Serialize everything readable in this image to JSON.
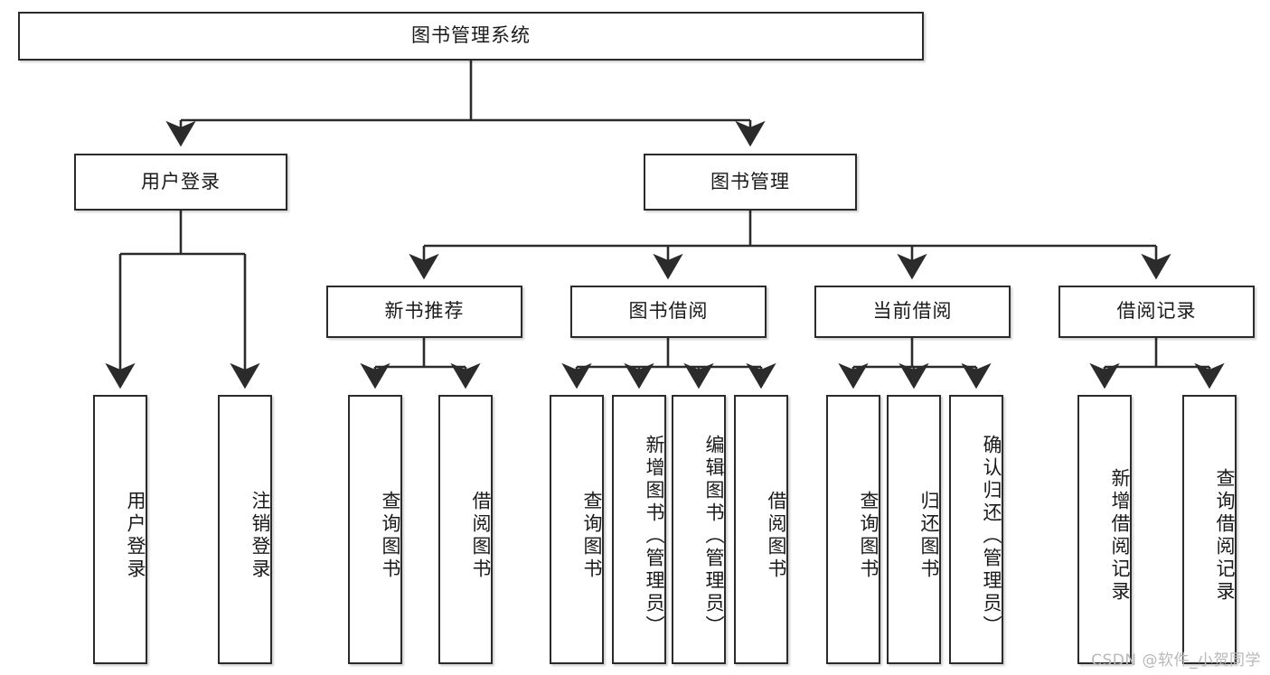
{
  "diagram": {
    "title": "图书管理系统",
    "type": "tree-hierarchy-diagram",
    "watermark": "CSDN @软件_小贺同学",
    "colors": {
      "box_border": "#2b2b2b",
      "box_fill": "#ffffff",
      "edge": "#2b2b2b",
      "text": "#1a1a1a",
      "watermark": "#b8b8b8",
      "background": "#ffffff"
    },
    "nodes": {
      "root": {
        "label": "图书管理系统",
        "level": 1,
        "orientation": "horizontal"
      },
      "level2": [
        {
          "id": "user-login",
          "label": "用户登录",
          "orientation": "horizontal"
        },
        {
          "id": "book-manage",
          "label": "图书管理",
          "orientation": "horizontal"
        }
      ],
      "level3": [
        {
          "id": "new-book-recommend",
          "label": "新书推荐",
          "orientation": "horizontal",
          "parent": "book-manage"
        },
        {
          "id": "book-borrow",
          "label": "图书借阅",
          "orientation": "horizontal",
          "parent": "book-manage"
        },
        {
          "id": "current-borrow",
          "label": "当前借阅",
          "orientation": "horizontal",
          "parent": "book-manage"
        },
        {
          "id": "borrow-record",
          "label": "借阅记录",
          "orientation": "horizontal",
          "parent": "book-manage"
        }
      ],
      "leaves": [
        {
          "id": "leaf-user-login",
          "label": "用户登录",
          "orientation": "vertical",
          "parent": "user-login"
        },
        {
          "id": "leaf-user-logout",
          "label": "注销登录",
          "orientation": "vertical",
          "parent": "user-login"
        },
        {
          "id": "leaf-query-book-1",
          "label": "查询图书",
          "orientation": "vertical",
          "parent": "new-book-recommend"
        },
        {
          "id": "leaf-borrow-book-1",
          "label": "借阅图书",
          "orientation": "vertical",
          "parent": "new-book-recommend"
        },
        {
          "id": "leaf-query-book-2",
          "label": "查询图书",
          "orientation": "vertical",
          "parent": "book-borrow"
        },
        {
          "id": "leaf-add-book",
          "label": "新增图书（管理员）",
          "orientation": "vertical",
          "parent": "book-borrow"
        },
        {
          "id": "leaf-edit-book",
          "label": "编辑图书（管理员）",
          "orientation": "vertical",
          "parent": "book-borrow"
        },
        {
          "id": "leaf-borrow-book-2",
          "label": "借阅图书",
          "orientation": "vertical",
          "parent": "book-borrow"
        },
        {
          "id": "leaf-query-book-3",
          "label": "查询图书",
          "orientation": "vertical",
          "parent": "current-borrow"
        },
        {
          "id": "leaf-return-book",
          "label": "归还图书",
          "orientation": "vertical",
          "parent": "current-borrow"
        },
        {
          "id": "leaf-confirm-return",
          "label": "确认归还（管理员）",
          "orientation": "vertical",
          "parent": "current-borrow"
        },
        {
          "id": "leaf-add-record",
          "label": "新增借阅记录",
          "orientation": "vertical",
          "parent": "borrow-record"
        },
        {
          "id": "leaf-query-record",
          "label": "查询借阅记录",
          "orientation": "vertical",
          "parent": "borrow-record"
        }
      ]
    }
  }
}
